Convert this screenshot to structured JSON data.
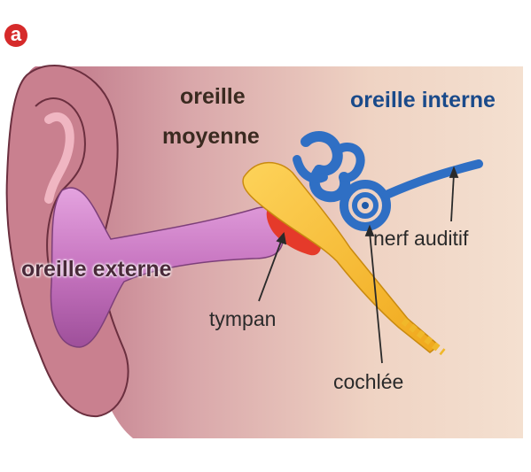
{
  "badge": "a",
  "labels": {
    "outer_ear": "oreille externe",
    "middle_ear_line1": "oreille",
    "middle_ear_line2": "moyenne",
    "inner_ear": "oreille interne",
    "auditory_nerve": "nerf auditif",
    "eardrum": "tympan",
    "cochlea": "cochlée"
  },
  "colors": {
    "badge": "#d62a2a",
    "skin_dark": "#b97285",
    "skin_light": "#f3dccb",
    "canal": "#c979c4",
    "ossicle_bone": "#f5b82a",
    "eardrum": "#e53a2a",
    "inner_ear": "#2f6fc4",
    "label_blue": "#1a4a8a"
  }
}
